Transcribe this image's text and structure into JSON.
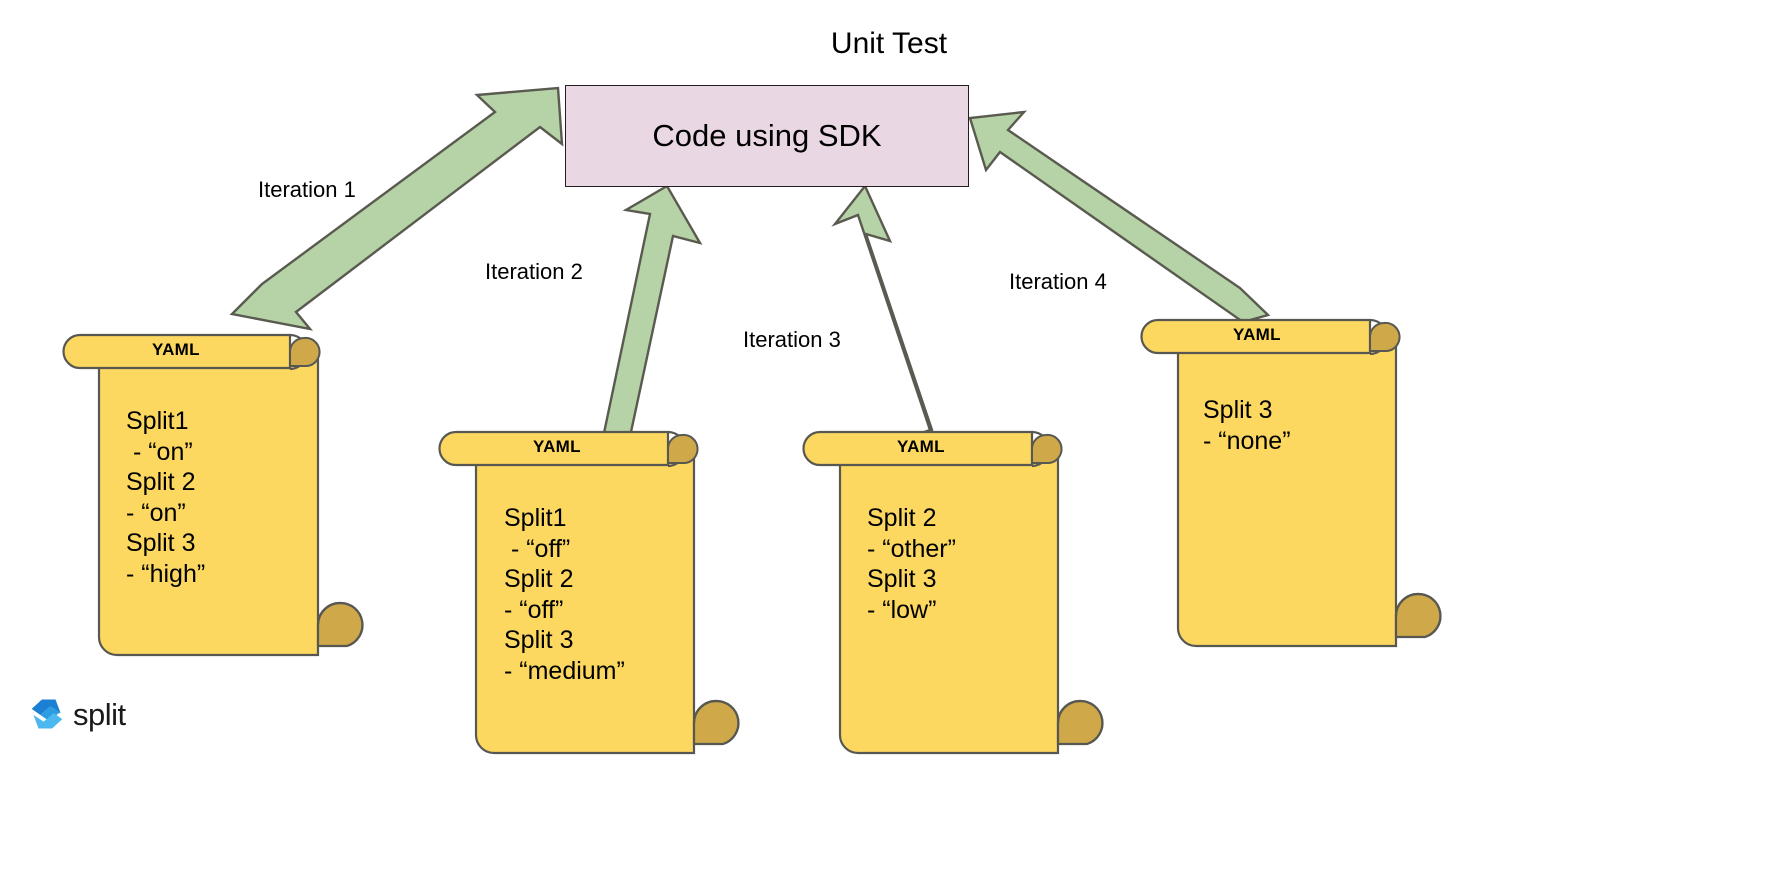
{
  "page": {
    "title": "Unit Test",
    "background_color": "#ffffff"
  },
  "colors": {
    "arrow_fill": "#b5d3a6",
    "arrow_stroke": "#5a5a50",
    "sdk_box_fill": "#ead7e4",
    "sdk_box_stroke": "#231f20",
    "yaml_fill": "#fcd860",
    "yaml_stroke": "#585852",
    "yaml_curl_fill": "#cfa84a",
    "logo_blue_dark": "#1b7fd4",
    "logo_blue_light": "#4bb8f0",
    "text_color": "#000000"
  },
  "sdk_box": {
    "label": "Code using SDK"
  },
  "arrows": [
    {
      "name": "arrow-iteration-1",
      "label": "Iteration 1",
      "from": "yaml-1",
      "to": "sdk-box"
    },
    {
      "name": "arrow-iteration-2",
      "label": "Iteration 2",
      "from": "yaml-2",
      "to": "sdk-box"
    },
    {
      "name": "arrow-iteration-3",
      "label": "Iteration 3",
      "from": "yaml-3",
      "to": "sdk-box"
    },
    {
      "name": "arrow-iteration-4",
      "label": "Iteration 4",
      "from": "yaml-4",
      "to": "sdk-box"
    }
  ],
  "iterations": {
    "one": "Iteration 1",
    "two": "Iteration 2",
    "three": "Iteration 3",
    "four": "Iteration 4"
  },
  "yaml_documents": [
    {
      "id": "yaml-1",
      "title": "YAML",
      "body": "Split1\n - “on”\nSplit 2\n- “on”\nSplit 3\n- “high”",
      "lines": [
        "Split1",
        " - “on”",
        "Split 2",
        "- “on”",
        "Split 3",
        "- “high”"
      ]
    },
    {
      "id": "yaml-2",
      "title": "YAML",
      "body": "Split1\n - “off”\nSplit 2\n- “off”\nSplit 3\n- “medium”",
      "lines": [
        "Split1",
        " - “off”",
        "Split 2",
        "- “off”",
        "Split 3",
        "- “medium”"
      ]
    },
    {
      "id": "yaml-3",
      "title": "YAML",
      "body": "Split 2\n- “other”\nSplit 3\n- “low”",
      "lines": [
        "Split 2",
        "- “other”",
        "Split 3",
        "- “low”"
      ]
    },
    {
      "id": "yaml-4",
      "title": "YAML",
      "body": "Split 3\n- “none”",
      "lines": [
        "Split 3",
        "- “none”"
      ]
    }
  ],
  "logo": {
    "name": "split-logo",
    "text": "split",
    "mark": "split-chevron-icon"
  }
}
